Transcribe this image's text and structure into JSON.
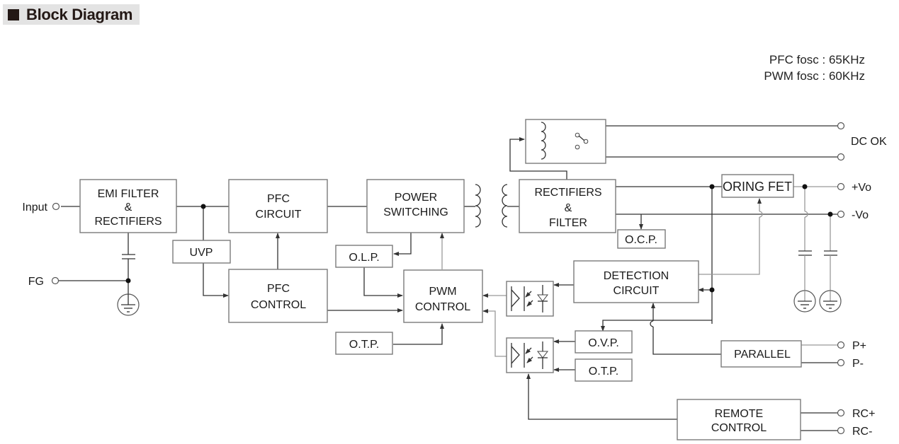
{
  "header": {
    "title": "Block Diagram"
  },
  "frequencies": {
    "pfc": "PFC fosc : 65KHz",
    "pwm": "PWM fosc : 60KHz"
  },
  "blocks": {
    "emi_filter": [
      "EMI FILTER",
      "&",
      "RECTIFIERS"
    ],
    "pfc_circuit": [
      "PFC",
      "CIRCUIT"
    ],
    "power_switching": [
      "POWER",
      "SWITCHING"
    ],
    "rectifiers_filter": [
      "RECTIFIERS",
      "&",
      "FILTER"
    ],
    "oring_fet": "ORING FET",
    "uvp": "UVP",
    "pfc_control": [
      "PFC",
      "CONTROL"
    ],
    "olp": "O.L.P.",
    "pwm_control": [
      "PWM",
      "CONTROL"
    ],
    "otp_left": "O.T.P.",
    "ocp": "O.C.P.",
    "detection": [
      "DETECTION",
      "CIRCUIT"
    ],
    "ovp": "O.V.P.",
    "otp_right": "O.T.P.",
    "parallel": "PARALLEL",
    "remote_control": [
      "REMOTE",
      "CONTROL"
    ]
  },
  "terminals": {
    "input": "Input",
    "fg": "FG",
    "dc_ok": "DC OK",
    "vo_plus": "+Vo",
    "vo_minus": "-Vo",
    "p_plus": "P+",
    "p_minus": "P-",
    "rc_plus": "RC+",
    "rc_minus": "RC-"
  }
}
